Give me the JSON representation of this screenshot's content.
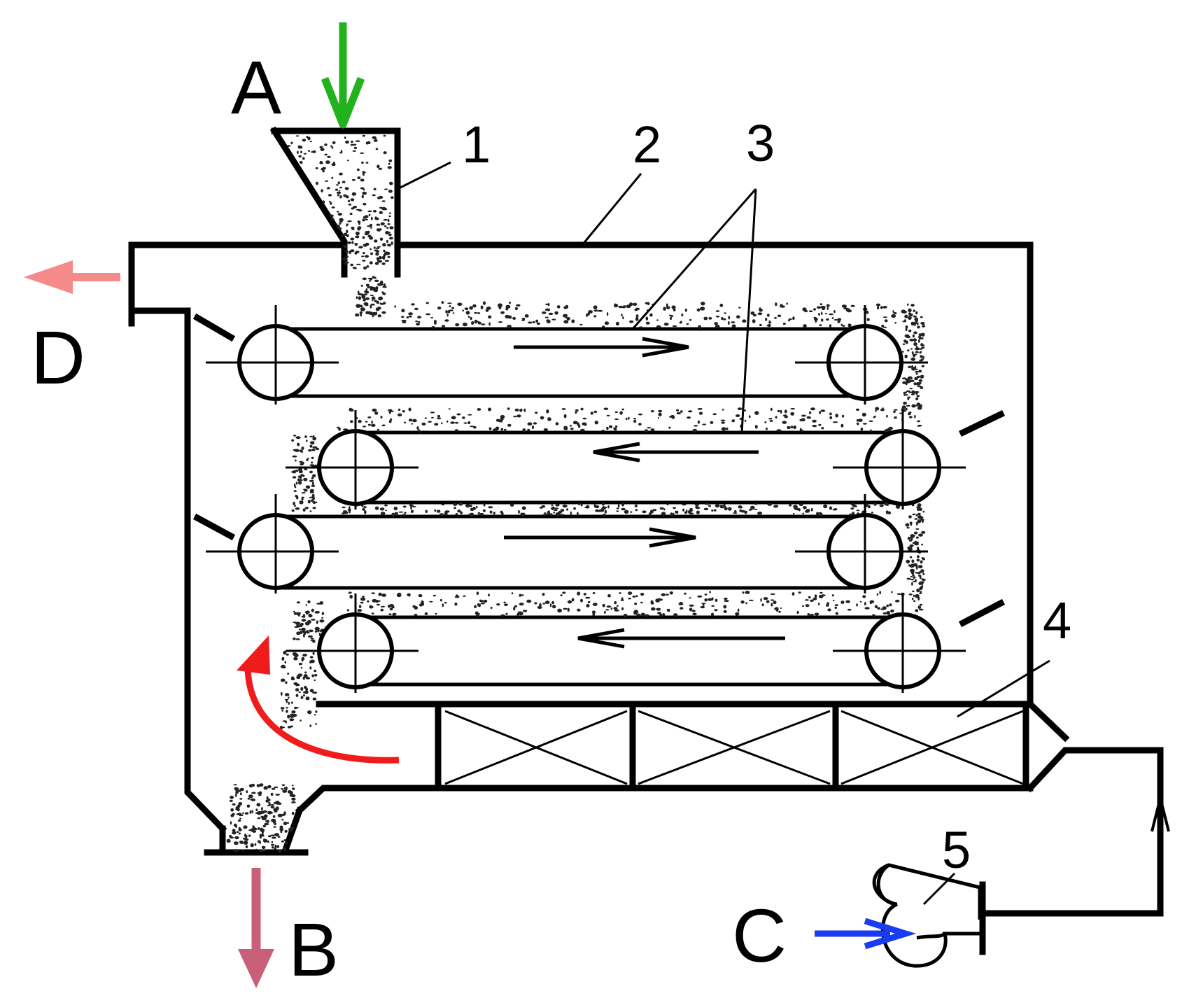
{
  "flow_labels": {
    "a": "A",
    "b": "B",
    "c": "C",
    "d": "D"
  },
  "part_numbers": {
    "hopper": "1",
    "housing": "2",
    "belts": "3",
    "heater": "4",
    "fan": "5"
  },
  "colors": {
    "feed_arrow": "#22b21e",
    "product_arrow": "#c8607a",
    "air_inlet_arrow": "#1a3cf0",
    "exhaust_arrow": "#f48a8a",
    "hot_air_arrow": "#f01c1c",
    "line": "#000000"
  }
}
